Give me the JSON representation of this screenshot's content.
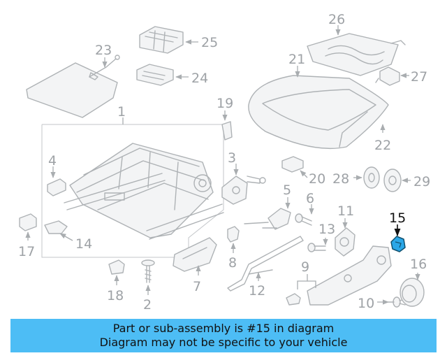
{
  "callouts": {
    "c1": "1",
    "c2": "2",
    "c3": "3",
    "c4": "4",
    "c5": "5",
    "c6": "6",
    "c7": "7",
    "c8": "8",
    "c9": "9",
    "c10": "10",
    "c11": "11",
    "c12": "12",
    "c13": "13",
    "c14": "14",
    "c15": "15",
    "c16": "16",
    "c17": "17",
    "c18": "18",
    "c19": "19",
    "c20": "20",
    "c21": "21",
    "c22": "22",
    "c23": "23",
    "c24": "24",
    "c25": "25",
    "c26": "26",
    "c27": "27",
    "c28": "28",
    "c29": "29"
  },
  "highlighted_part": "15",
  "colors": {
    "banner_bg": "#4dbdf5",
    "highlight_part": "#2aa7e8",
    "line_art": "#aeb2b5",
    "callout_text": "#9ea2a6"
  },
  "banner": {
    "line1": "Part or sub-assembly is #15 in diagram",
    "line2": "Diagram may not be specific to your vehicle"
  }
}
